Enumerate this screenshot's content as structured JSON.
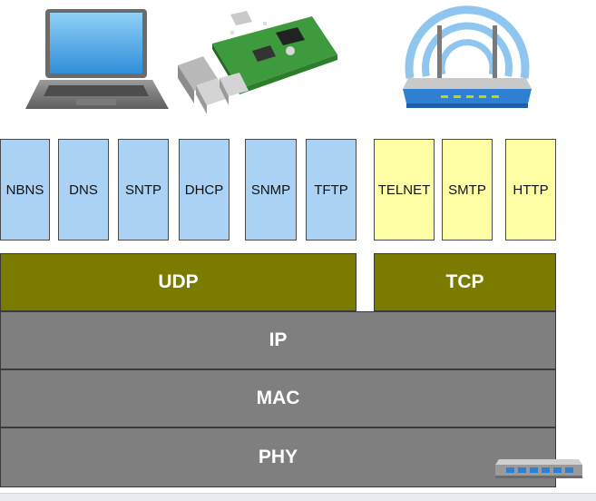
{
  "diagram": {
    "application_protocols_udp": [
      {
        "label": "NBNS"
      },
      {
        "label": "DNS"
      },
      {
        "label": "SNTP"
      },
      {
        "label": "DHCP"
      },
      {
        "label": "SNMP"
      },
      {
        "label": "TFTP"
      }
    ],
    "application_protocols_tcp": [
      {
        "label": "TELNET"
      },
      {
        "label": "SMTP"
      },
      {
        "label": "HTTP"
      }
    ],
    "transport": {
      "udp": "UDP",
      "tcp": "TCP"
    },
    "network": {
      "ip": "IP"
    },
    "link": {
      "mac": "MAC"
    },
    "physical": {
      "phy": "PHY"
    },
    "devices": [
      "laptop-icon",
      "raspberry-pi-board-icon",
      "wifi-router-icon",
      "ethernet-switch-icon"
    ],
    "colors": {
      "udp_app_box": "#a9d2f5",
      "tcp_app_box": "#ffffa6",
      "transport_layer": "#7b7b00",
      "lower_layers": "#7f7f7f",
      "wifi_waves": "#8fc6f0",
      "router_leds": "#c8d400"
    }
  }
}
